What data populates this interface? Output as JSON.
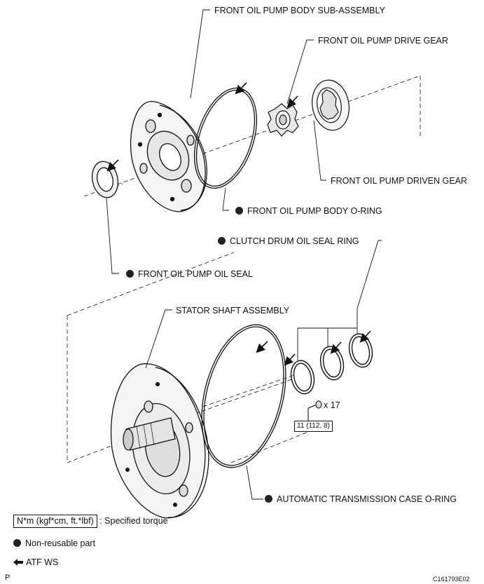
{
  "labels": {
    "pump_body": "FRONT OIL PUMP BODY SUB-ASSEMBLY",
    "drive_gear": "FRONT OIL PUMP DRIVE GEAR",
    "driven_gear": "FRONT OIL PUMP DRIVEN GEAR",
    "body_oring": "FRONT OIL PUMP BODY O-RING",
    "clutch_seal": "CLUTCH DRUM OIL SEAL RING",
    "oil_seal": "FRONT OIL PUMP OIL SEAL",
    "stator": "STATOR SHAFT ASSEMBLY",
    "case_oring": "AUTOMATIC TRANSMISSION CASE O-RING",
    "bolt_qty": "x 17",
    "torque": "11 (112, 8)"
  },
  "legend": {
    "torque_unit": "N*m (kgf*cm, ft.*lbf)",
    "torque_desc": ": Specified torque",
    "nonreusable": "Non-reusable part",
    "atf": "ATF WS"
  },
  "footer": {
    "corner": "P",
    "code": "C161793E02"
  },
  "colors": {
    "line": "#111111",
    "fill_light": "#f4f4f4",
    "fill_mid": "#d9d9d9",
    "marker": "#222222"
  }
}
